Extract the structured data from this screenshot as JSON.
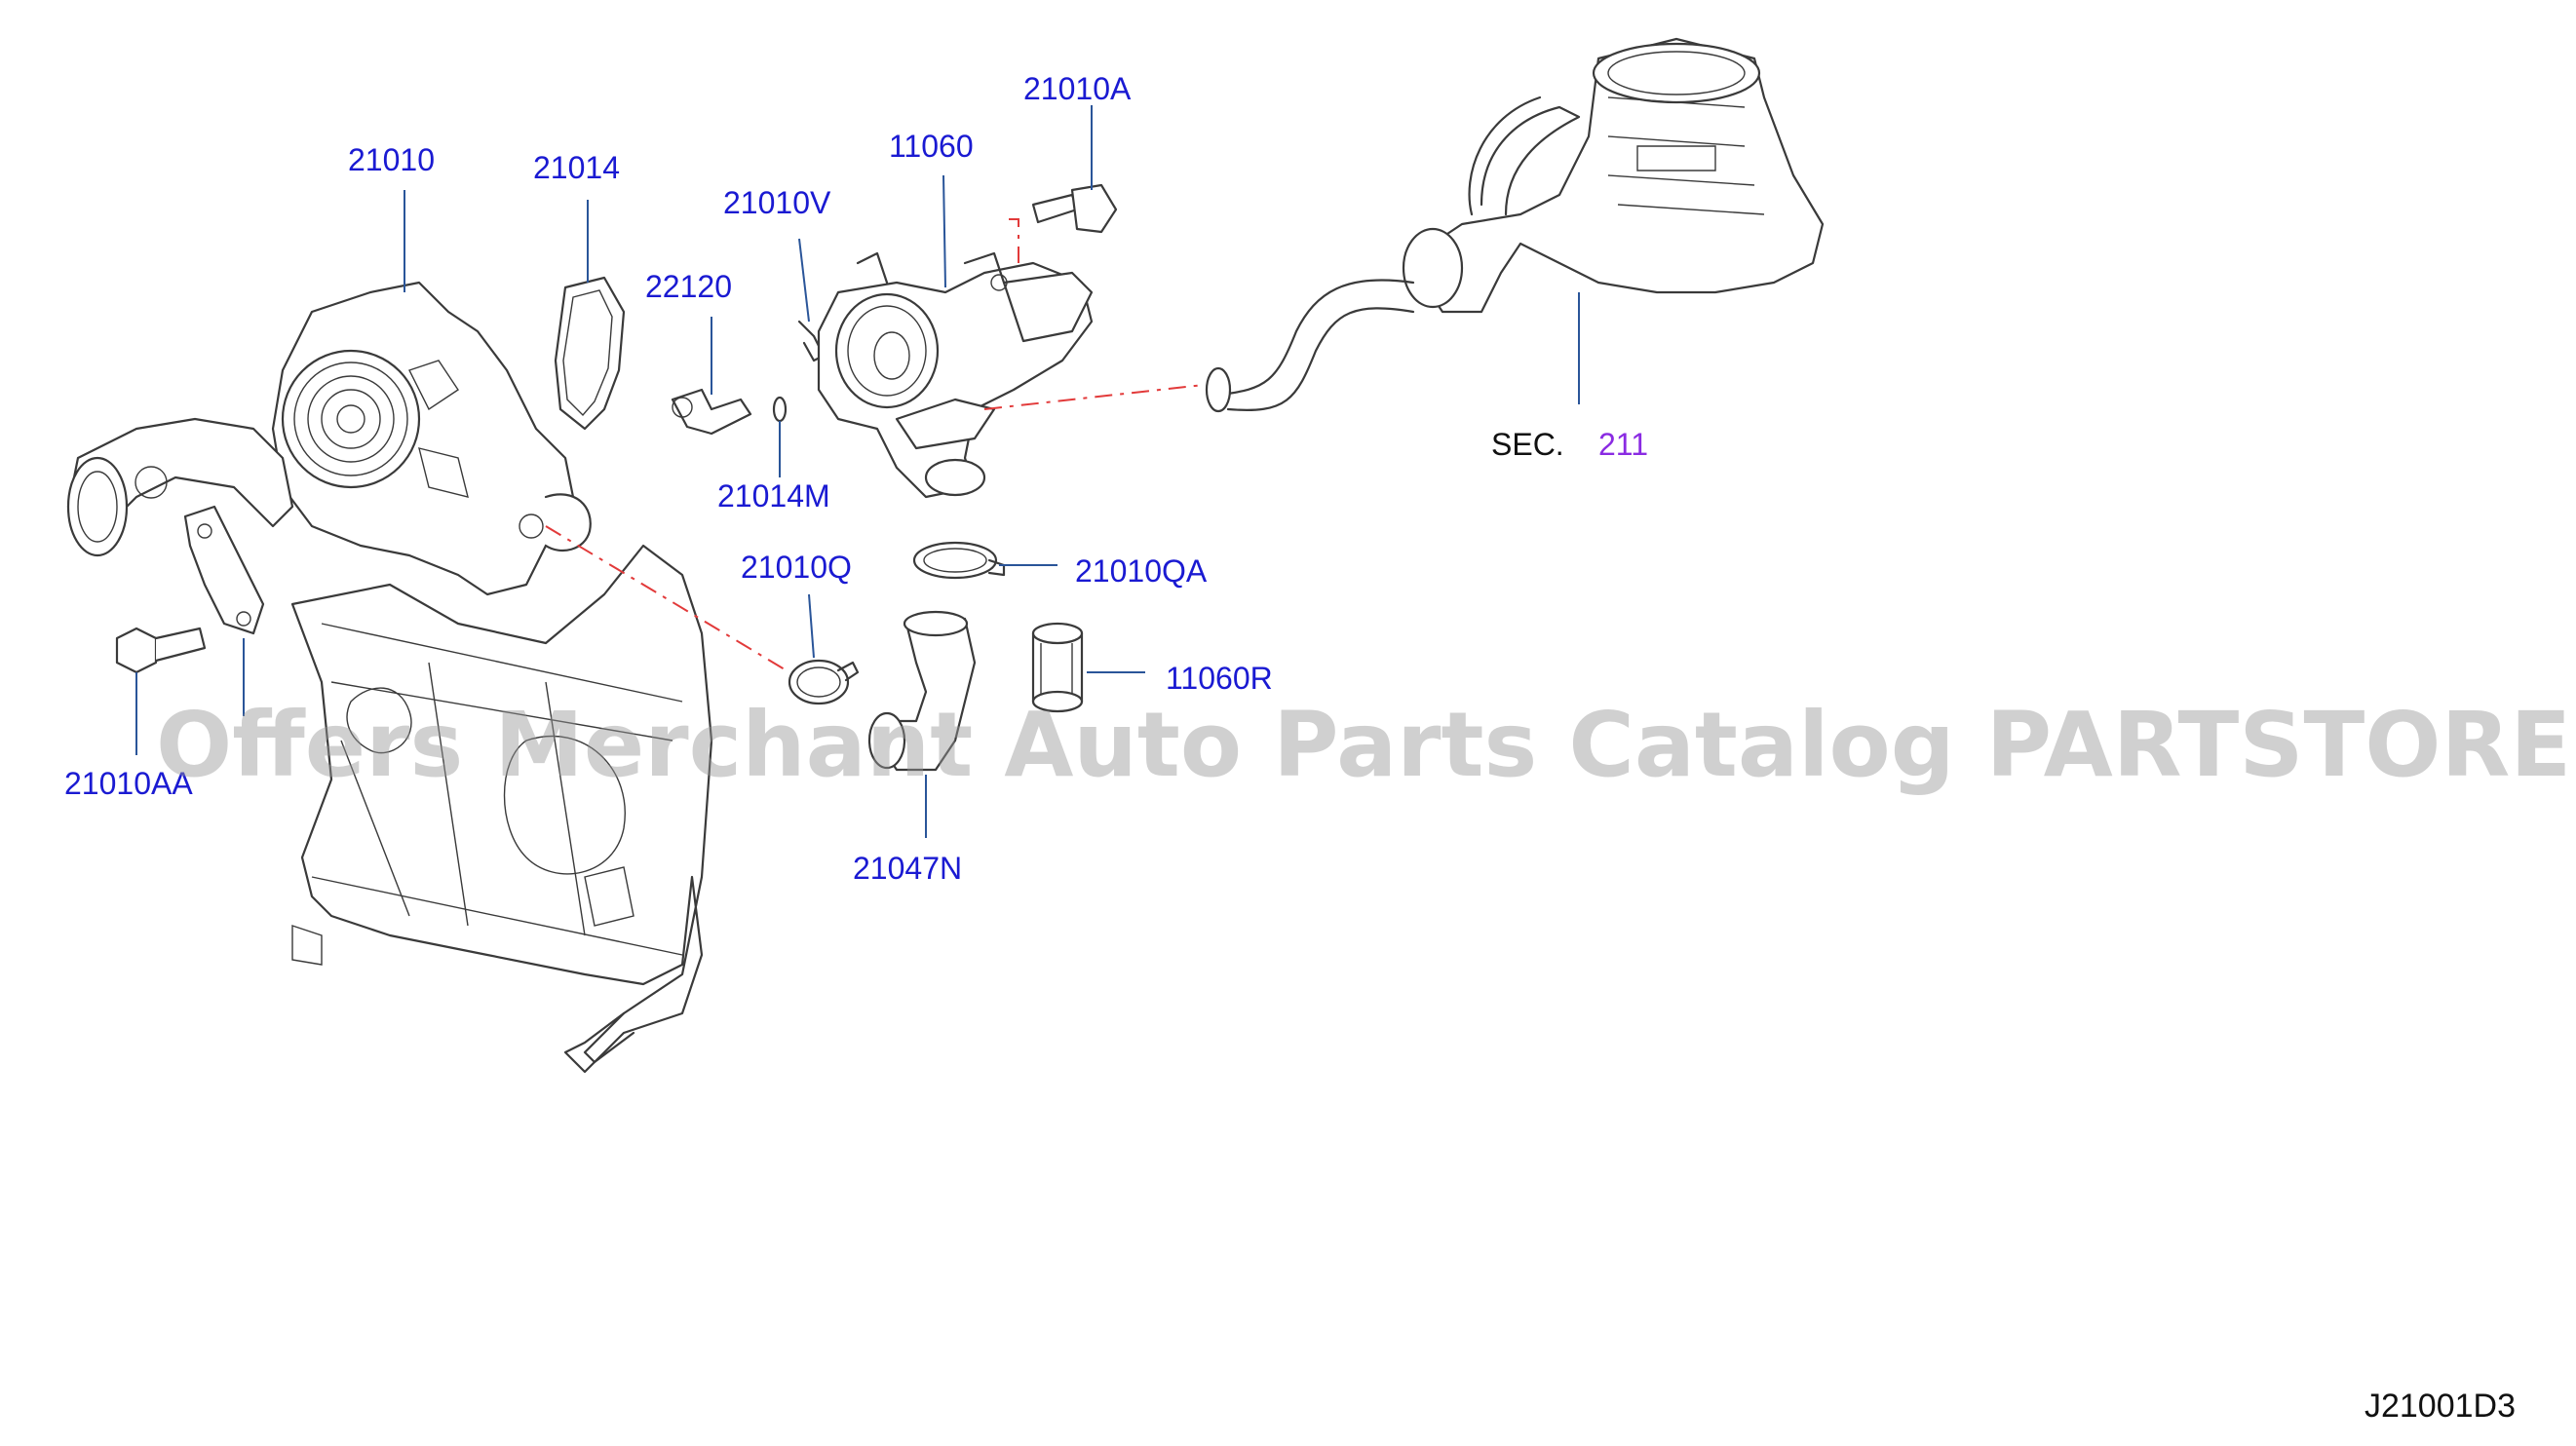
{
  "part_labels": {
    "p21010": "21010",
    "p21014": "21014",
    "p21010V": "21010V",
    "p11060": "11060",
    "p21010A": "21010A",
    "p22120": "22120",
    "p21014M": "21014M",
    "p21010Q": "21010Q",
    "p21010QA": "21010QA",
    "p11060R": "11060R",
    "p21047N": "21047N",
    "p21010AA": "21010AA"
  },
  "section_ref": {
    "prefix": "SEC.",
    "number": "211"
  },
  "watermark": "Offers Merchant Auto Parts Catalog PARTSTORE.SA",
  "diagram_code": "J21001D3",
  "colors": {
    "part_label": "#1a1ad2",
    "section_number": "#8a2be2",
    "leader_line": "#2a5599",
    "dash_line": "#e23a3a",
    "drawing_stroke": "#3a3a3a"
  }
}
